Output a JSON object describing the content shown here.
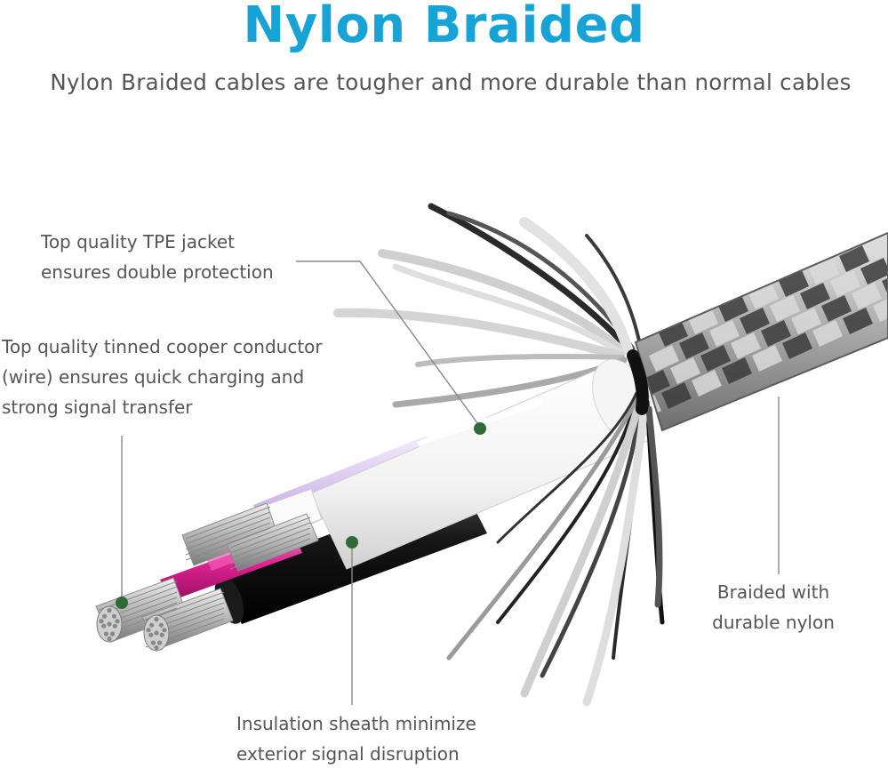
{
  "header": {
    "title": "Nylon Braided",
    "subtitle": "Nylon Braided cables are tougher and more durable than normal cables"
  },
  "callouts": {
    "jacket": {
      "line1": "Top quality TPE jacket",
      "line2": "ensures double protection"
    },
    "conductor": {
      "line1": "Top quality tinned cooper conductor",
      "line2": "(wire) ensures quick charging and",
      "line3": "strong signal transfer"
    },
    "braid": {
      "line1": "Braided with",
      "line2": "durable nylon"
    },
    "sheath": {
      "line1": "Insulation sheath minimize",
      "line2": "exterior signal disruption"
    }
  },
  "colors": {
    "title": "#18a3d6",
    "text": "#555555",
    "callout_dot": "#2e6b36",
    "leader_line": "#888888",
    "purple_wire": "#d9c6ee",
    "magenta_wire": "#e0309a",
    "black_wire": "#141414",
    "tpe_jacket": "#f7f7f7"
  }
}
